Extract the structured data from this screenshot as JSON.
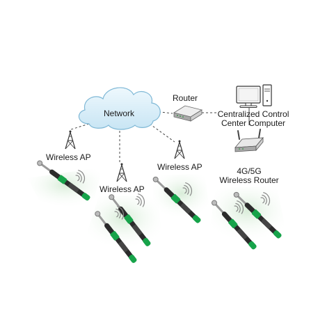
{
  "network": {
    "label": "Network"
  },
  "router": {
    "label": "Router"
  },
  "computer": {
    "label_line1": "Centralized Control",
    "label_line2": "Center Computer"
  },
  "mobile_router": {
    "label_line1": "4G/5G",
    "label_line2": "Wireless Router"
  },
  "access_points": [
    {
      "label": "Wireless AP"
    },
    {
      "label": "Wireless AP"
    },
    {
      "label": "Wireless AP"
    }
  ],
  "colors": {
    "cloud_fill": "#d9eef8",
    "cloud_stroke": "#7fb8d6",
    "zone_fill": "#e4f3e4",
    "tool_accent": "#17a34a",
    "tool_body": "#2b2b2b",
    "line": "#444444"
  },
  "icons": {
    "cloud": "cloud-icon",
    "router": "router-icon",
    "computer": "computer-icon",
    "antenna_router": "wireless-router-icon",
    "ap": "antenna-tower-icon",
    "tool": "torque-wrench-icon",
    "signal": "wifi-signal-icon"
  }
}
